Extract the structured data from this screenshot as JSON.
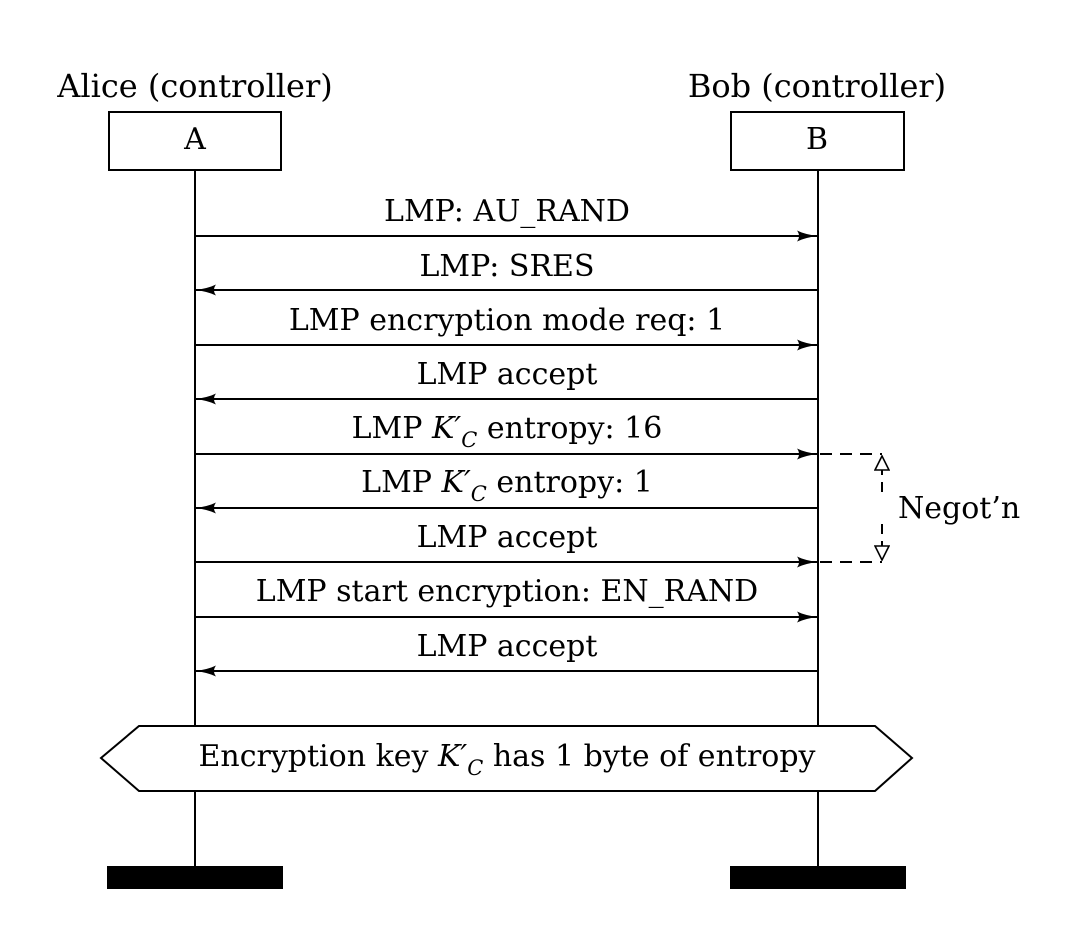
{
  "participants": [
    {
      "id": "A",
      "title": "Alice (controller)",
      "box_label": "A"
    },
    {
      "id": "B",
      "title": "Bob (controller)",
      "box_label": "B"
    }
  ],
  "messages": [
    {
      "from": "A",
      "to": "B",
      "label": "LMP: AU_RAND"
    },
    {
      "from": "B",
      "to": "A",
      "label": "LMP: SRES"
    },
    {
      "from": "A",
      "to": "B",
      "label": "LMP encryption mode req: 1"
    },
    {
      "from": "B",
      "to": "A",
      "label": "LMP accept"
    },
    {
      "from": "A",
      "to": "B",
      "label_pre": "LMP ",
      "label_math": "K′",
      "label_sub": "C",
      "label_post": " entropy: 16"
    },
    {
      "from": "B",
      "to": "A",
      "label_pre": "LMP ",
      "label_math": "K′",
      "label_sub": "C",
      "label_post": " entropy: 1"
    },
    {
      "from": "A",
      "to": "B",
      "label": "LMP accept"
    },
    {
      "from": "A",
      "to": "B",
      "label": "LMP start encryption: EN_RAND"
    },
    {
      "from": "B",
      "to": "A",
      "label": "LMP accept"
    }
  ],
  "negotiation": {
    "label": "Negot’n"
  },
  "banner": {
    "pre": "Encryption key ",
    "math": "K′",
    "sub": "C",
    "post": " has 1 byte of entropy"
  },
  "colors": {
    "line": "#000000",
    "background": "#ffffff"
  }
}
